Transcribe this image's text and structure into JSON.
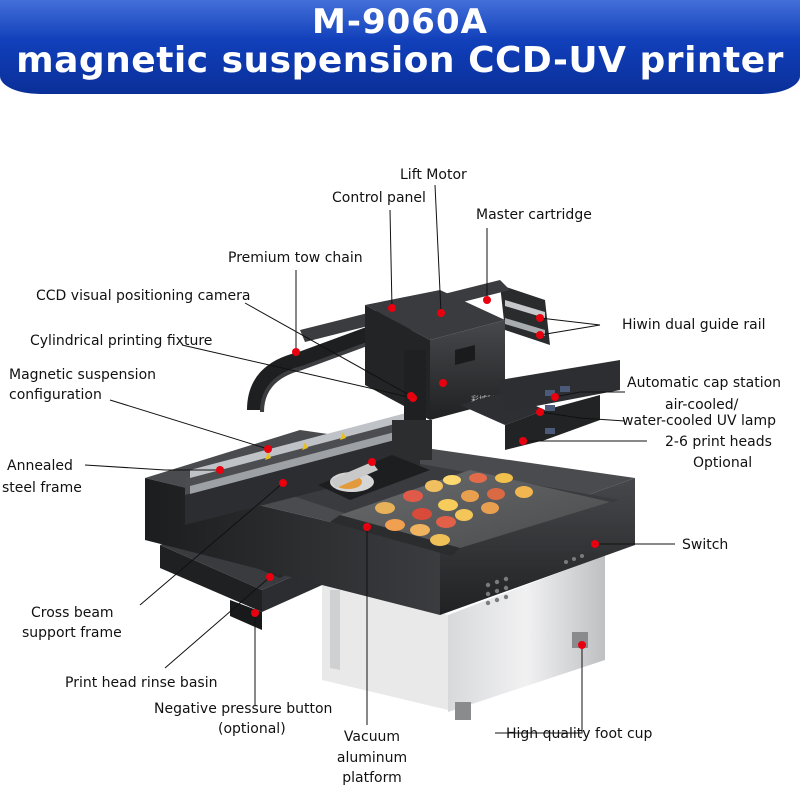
{
  "title": {
    "model": "M-9060A",
    "subtitle": "magnetic suspension CCD-UV printer"
  },
  "brand_on_machine": "彩域科",
  "labels": {
    "lift_motor": "Lift Motor",
    "control_panel": "Control panel",
    "master_cartridge": "Master cartridge",
    "premium_tow_chain": "Premium tow chain",
    "ccd_camera": "CCD visual positioning camera",
    "hiwin_rail": "Hiwin dual guide rail",
    "cylindrical_fixture": "Cylindrical printing fixture",
    "magnetic_line1": "Magnetic suspension",
    "magnetic_line2": "configuration",
    "auto_cap_station": "Automatic cap station",
    "uv_lamp_line1": "air-cooled/",
    "uv_lamp_line2": "water-cooled UV lamp",
    "print_heads_line1": "2-6 print heads",
    "print_heads_line2": "Optional",
    "annealed_line1": "Annealed",
    "annealed_line2": "steel frame",
    "switch": "Switch",
    "cross_beam_line1": "Cross beam",
    "cross_beam_line2": "support frame",
    "rinse_basin": "Print head rinse basin",
    "neg_pressure_line1": "Negative pressure button",
    "neg_pressure_line2": "(optional)",
    "vacuum_line1": "Vacuum",
    "vacuum_line2": "aluminum",
    "vacuum_line3": "platform",
    "foot_cup": "High quality foot cup"
  },
  "colors": {
    "header": "#1040c0",
    "marker": "#e8000f",
    "machine_dark": "#2a2b2d"
  }
}
